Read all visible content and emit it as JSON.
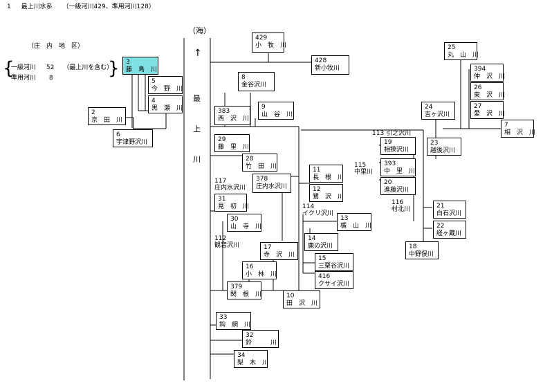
{
  "title": {
    "num": "1",
    "name": "最上川水系",
    "note": "（一級河川429、準用河川128）"
  },
  "legend": {
    "region": "（庄　内　地　区）",
    "class1_label": "一級河川",
    "class1_count": "52",
    "class1_note": "（最上川を含む）",
    "class2_label": "準用河川",
    "class2_count": "8"
  },
  "trunk": {
    "sea": "（海）",
    "arrow": "↑",
    "name1": "最",
    "name2": "上",
    "name3": "川"
  },
  "rivers": [
    {
      "id": "429",
      "name": "小　牧　川"
    },
    {
      "id": "428",
      "name": "新小牧川"
    },
    {
      "id": "3",
      "name": "藤　島　川"
    },
    {
      "id": "5",
      "name": "今　野　川"
    },
    {
      "id": "4",
      "name": "黒　瀬　川"
    },
    {
      "id": "2",
      "name": "京　田　川"
    },
    {
      "id": "6",
      "name": "宇津野沢川"
    },
    {
      "id": "8",
      "name": "金谷沢川"
    },
    {
      "id": "383",
      "name": "西　沢　川"
    },
    {
      "id": "9",
      "name": "山　谷　川"
    },
    {
      "id": "25",
      "name": "丸　山　川"
    },
    {
      "id": "394",
      "name": "仲　沢　川"
    },
    {
      "id": "26",
      "name": "東　沢　川"
    },
    {
      "id": "27",
      "name": "愛　沢　川"
    },
    {
      "id": "24",
      "name": "吉ヶ沢川"
    },
    {
      "id": "7",
      "name": "相　沢　川"
    },
    {
      "id": "23",
      "name": "越後沢川"
    },
    {
      "id": "19",
      "name": "相揆沢川"
    },
    {
      "id": "393",
      "name": "中　里　川"
    },
    {
      "id": "20",
      "name": "進藤沢川"
    },
    {
      "id": "21",
      "name": "白石沢川"
    },
    {
      "id": "22",
      "name": "経ヶ蔵川"
    },
    {
      "id": "18",
      "name": "中野俣川"
    },
    {
      "id": "29",
      "name": "藤　里　川"
    },
    {
      "id": "28",
      "name": "竹　田　川"
    },
    {
      "id": "378",
      "name": "庄内水沢川"
    },
    {
      "id": "11",
      "name": "長　根　川"
    },
    {
      "id": "12",
      "name": "鷺　沢　川"
    },
    {
      "id": "31",
      "name": "見　初　川"
    },
    {
      "id": "30",
      "name": "山　寺　川"
    },
    {
      "id": "13",
      "name": "楯　山　川"
    },
    {
      "id": "14",
      "name": "鹿の沢川"
    },
    {
      "id": "17",
      "name": "寺　沢　川"
    },
    {
      "id": "15",
      "name": "三栗谷沢川"
    },
    {
      "id": "16",
      "name": "小　林　川"
    },
    {
      "id": "416",
      "name": "クサイ沢川"
    },
    {
      "id": "379",
      "name": "関　根　川"
    },
    {
      "id": "10",
      "name": "田　沢　川"
    },
    {
      "id": "33",
      "name": "鈎　網　川"
    },
    {
      "id": "32",
      "name": "鈴　　　川"
    },
    {
      "id": "34",
      "name": "梨　木　川"
    }
  ],
  "labels": [
    {
      "id": "113",
      "name": "引之沢川"
    },
    {
      "id": "115",
      "name": "中里川"
    },
    {
      "id": "116",
      "name": "村北川"
    },
    {
      "id": "117",
      "name": "庄内水沢川"
    },
    {
      "id": "114",
      "name": "イクリ沢川"
    },
    {
      "id": "112",
      "name": "観音沢川"
    }
  ]
}
